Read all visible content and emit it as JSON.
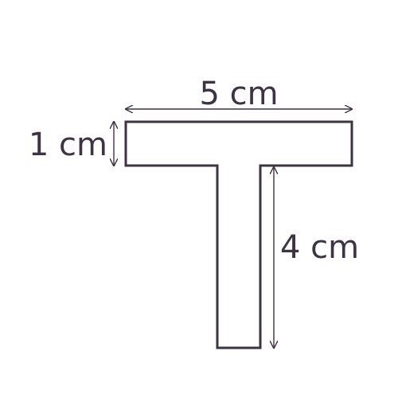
{
  "diagram": {
    "labels": {
      "top_width": "5 cm",
      "bar_height": "1 cm",
      "stem_height": "4 cm"
    },
    "colors": {
      "outline": "#3d3342",
      "arrow": "#3d3342",
      "text": "#3d3342",
      "background": "#ffffff"
    }
  }
}
